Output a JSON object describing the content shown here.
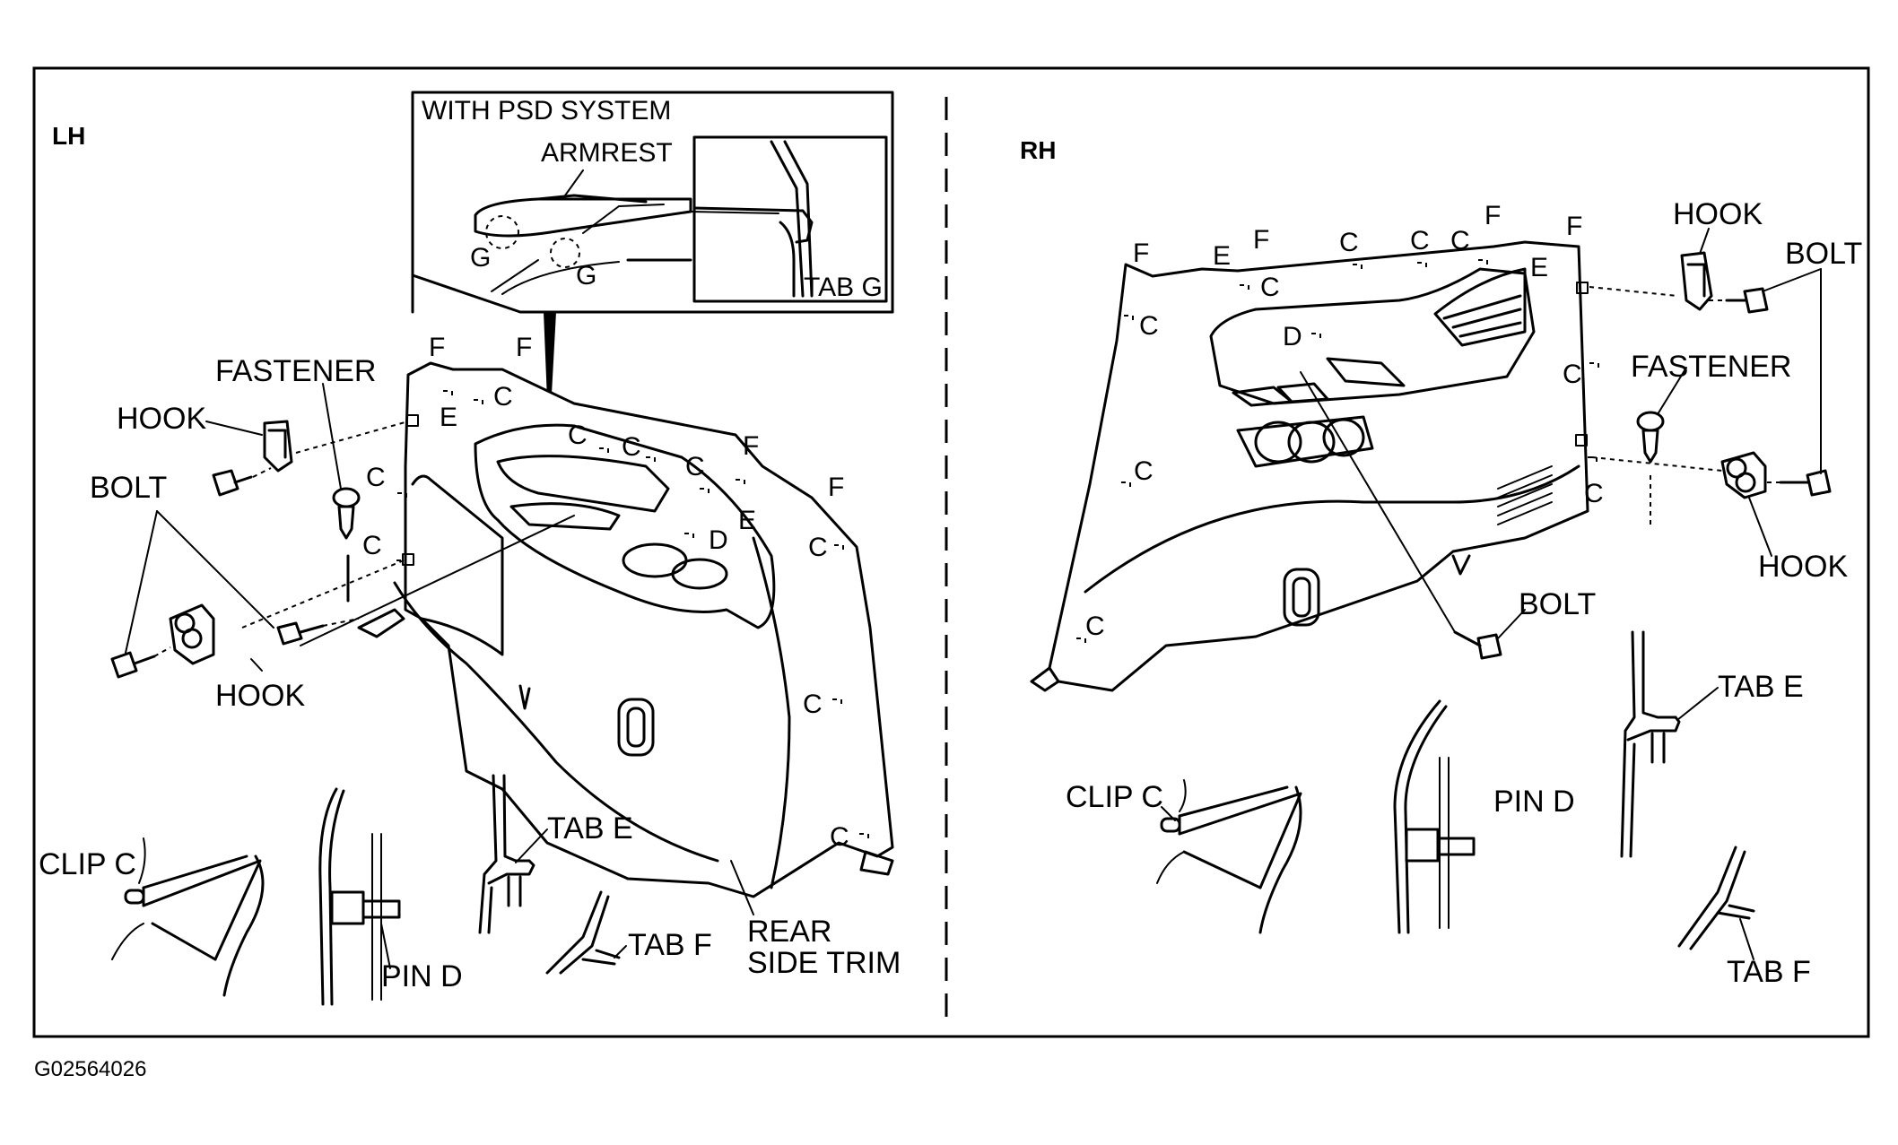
{
  "figure_id": "G02564026",
  "lh": {
    "side_label": "LH",
    "inset": {
      "title": "WITH PSD SYSTEM",
      "armrest": "ARMREST",
      "g1": "G",
      "g2": "G",
      "tab_g": "TAB G"
    },
    "parts": {
      "fastener": "FASTENER",
      "hook_top": "HOOK",
      "bolt": "BOLT",
      "hook_bottom": "HOOK",
      "rear_side_trim_line1": "REAR",
      "rear_side_trim_line2": "SIDE TRIM"
    },
    "letters": {
      "f1": "F",
      "f2": "F",
      "f3": "F",
      "f4": "F",
      "c1": "C",
      "c2": "C",
      "c3": "C",
      "c4": "C",
      "c5": "C",
      "c6": "C",
      "c7": "C",
      "c8": "C",
      "c9": "C",
      "e1": "E",
      "e2": "E",
      "d1": "D"
    },
    "details": {
      "clip_c": "CLIP C",
      "pin_d": "PIN D",
      "tab_e": "TAB E",
      "tab_f": "TAB F"
    }
  },
  "rh": {
    "side_label": "RH",
    "parts": {
      "hook_top": "HOOK",
      "bolt_top": "BOLT",
      "fastener": "FASTENER",
      "hook_bottom": "HOOK",
      "bolt_bottom": "BOLT"
    },
    "letters": {
      "f1": "F",
      "f2": "F",
      "f3": "F",
      "f4": "F",
      "e1": "E",
      "e2": "E",
      "c1": "C",
      "c2": "C",
      "c3": "C",
      "c4": "C",
      "c5": "C",
      "c6": "C",
      "c7": "C",
      "c8": "C",
      "c9": "C",
      "d1": "D"
    },
    "details": {
      "clip_c": "CLIP C",
      "pin_d": "PIN D",
      "tab_e": "TAB E",
      "tab_f": "TAB F"
    }
  }
}
